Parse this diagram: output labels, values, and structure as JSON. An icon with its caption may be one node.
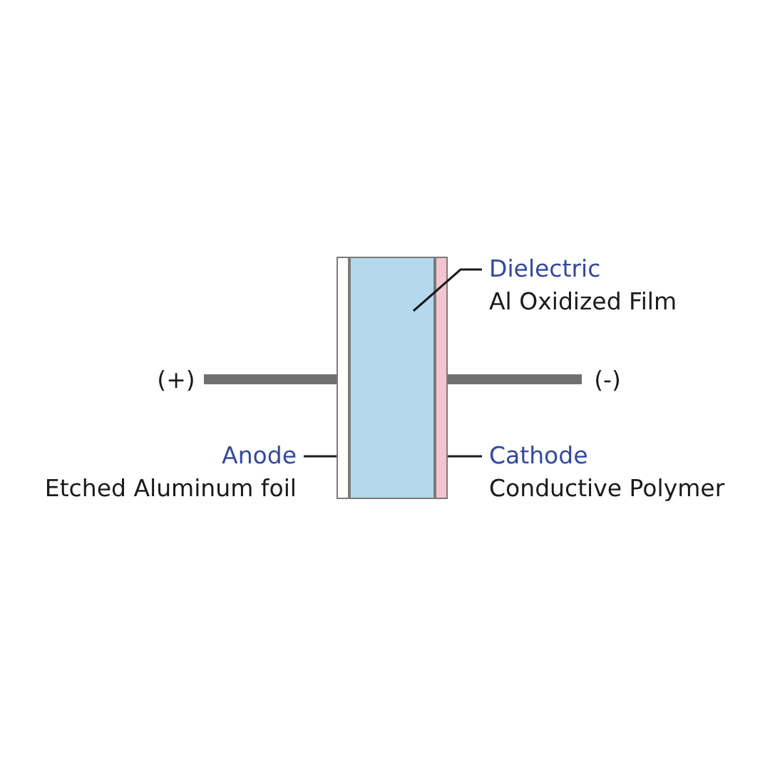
{
  "diagram": {
    "nodes": [
      {
        "text": [
          "Dielectric",
          "Al Oxidized Film"
        ]
      },
      {
        "text": [
          "(+)"
        ]
      },
      {
        "text": [],
        "shape": "bar"
      },
      {
        "text": [],
        "shape": "bar"
      },
      {
        "text": [],
        "shape": "bar"
      },
      {
        "text": [
          "(-)"
        ]
      },
      {
        "text": [
          "Anode",
          "Etched Aluminum foil"
        ]
      },
      {
        "text": [
          "Cathode",
          "Conductive Polymer"
        ]
      }
    ],
    "edges": [
      {
        "from": 1,
        "to": 2,
        "arrow": "none",
        "style": "thick",
        "color": "#707070"
      },
      {
        "from": 4,
        "to": 5,
        "arrow": "none",
        "style": "thick",
        "color": "#707070"
      },
      {
        "from": 0,
        "to": 3,
        "arrow": "none"
      },
      {
        "from": 6,
        "to": 2,
        "arrow": "none"
      },
      {
        "from": 7,
        "to": 4,
        "arrow": "none"
      }
    ]
  }
}
